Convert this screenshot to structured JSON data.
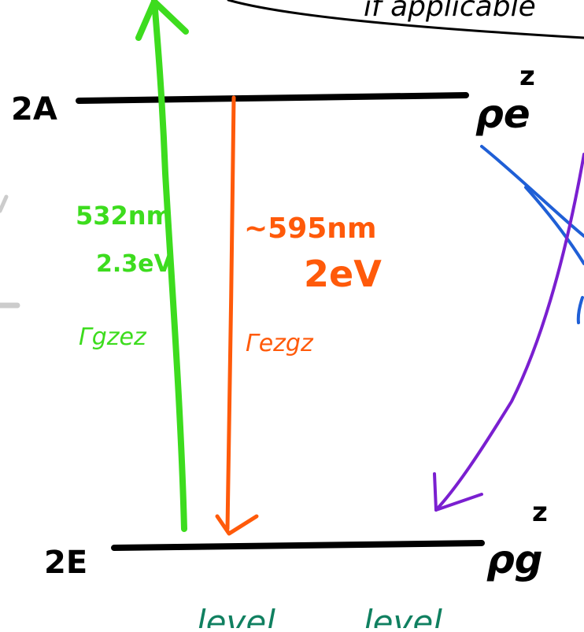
{
  "levels": {
    "upper": {
      "left_label": "2A",
      "right_label": "ρe",
      "right_superscript": "z"
    },
    "lower": {
      "left_label": "2E",
      "right_label": "ρg",
      "right_superscript": "z"
    }
  },
  "top_note": "if applicable",
  "absorption": {
    "wavelength": "532nm",
    "energy": "2.3eV",
    "rate": "Γgzez",
    "color": "#3ddc1e"
  },
  "emission": {
    "wavelength": "~595nm",
    "energy": "2eV",
    "rate": "Γezgz",
    "color": "#ff5a0a"
  },
  "bottom_labels": [
    "level",
    "level"
  ],
  "colors": {
    "black": "#000000",
    "blue": "#1f5fd6",
    "purple": "#7a1fd0",
    "teal": "#108060",
    "gray": "#cccccc"
  }
}
